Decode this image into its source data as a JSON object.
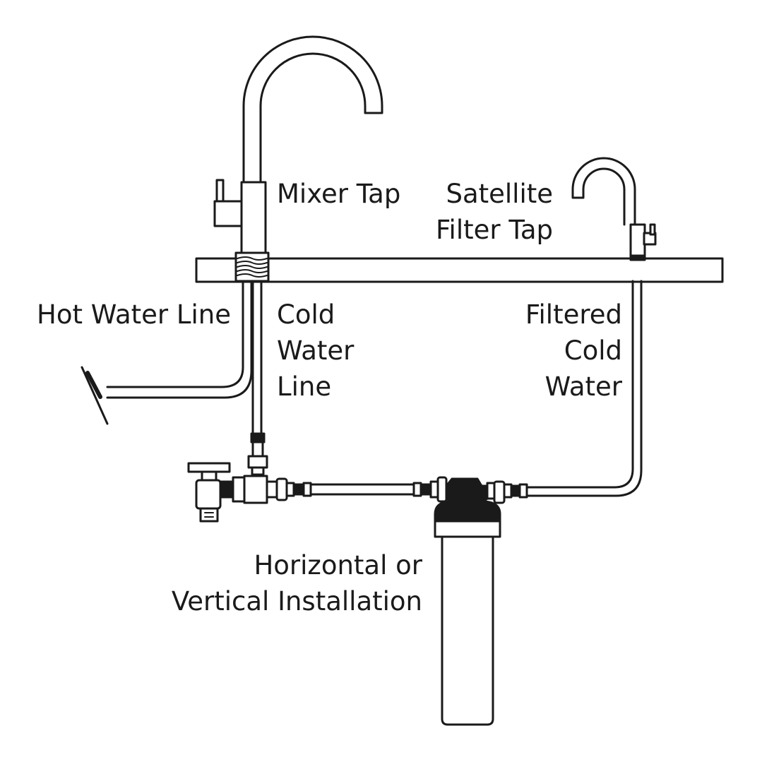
{
  "labels": {
    "mixer_tap": "Mixer Tap",
    "satellite_tap": [
      "Satellite",
      "Filter Tap"
    ],
    "hot_water_line": "Hot Water Line",
    "cold_water_line": [
      "Cold",
      "Water",
      "Line"
    ],
    "filtered_cold_water": [
      "Filtered",
      "Cold",
      "Water"
    ],
    "installation": [
      "Horizontal or",
      "Vertical Installation"
    ]
  },
  "colors": {
    "line": "#1a1a1a",
    "background": "#ffffff",
    "fill_dark": "#1a1a1a"
  }
}
